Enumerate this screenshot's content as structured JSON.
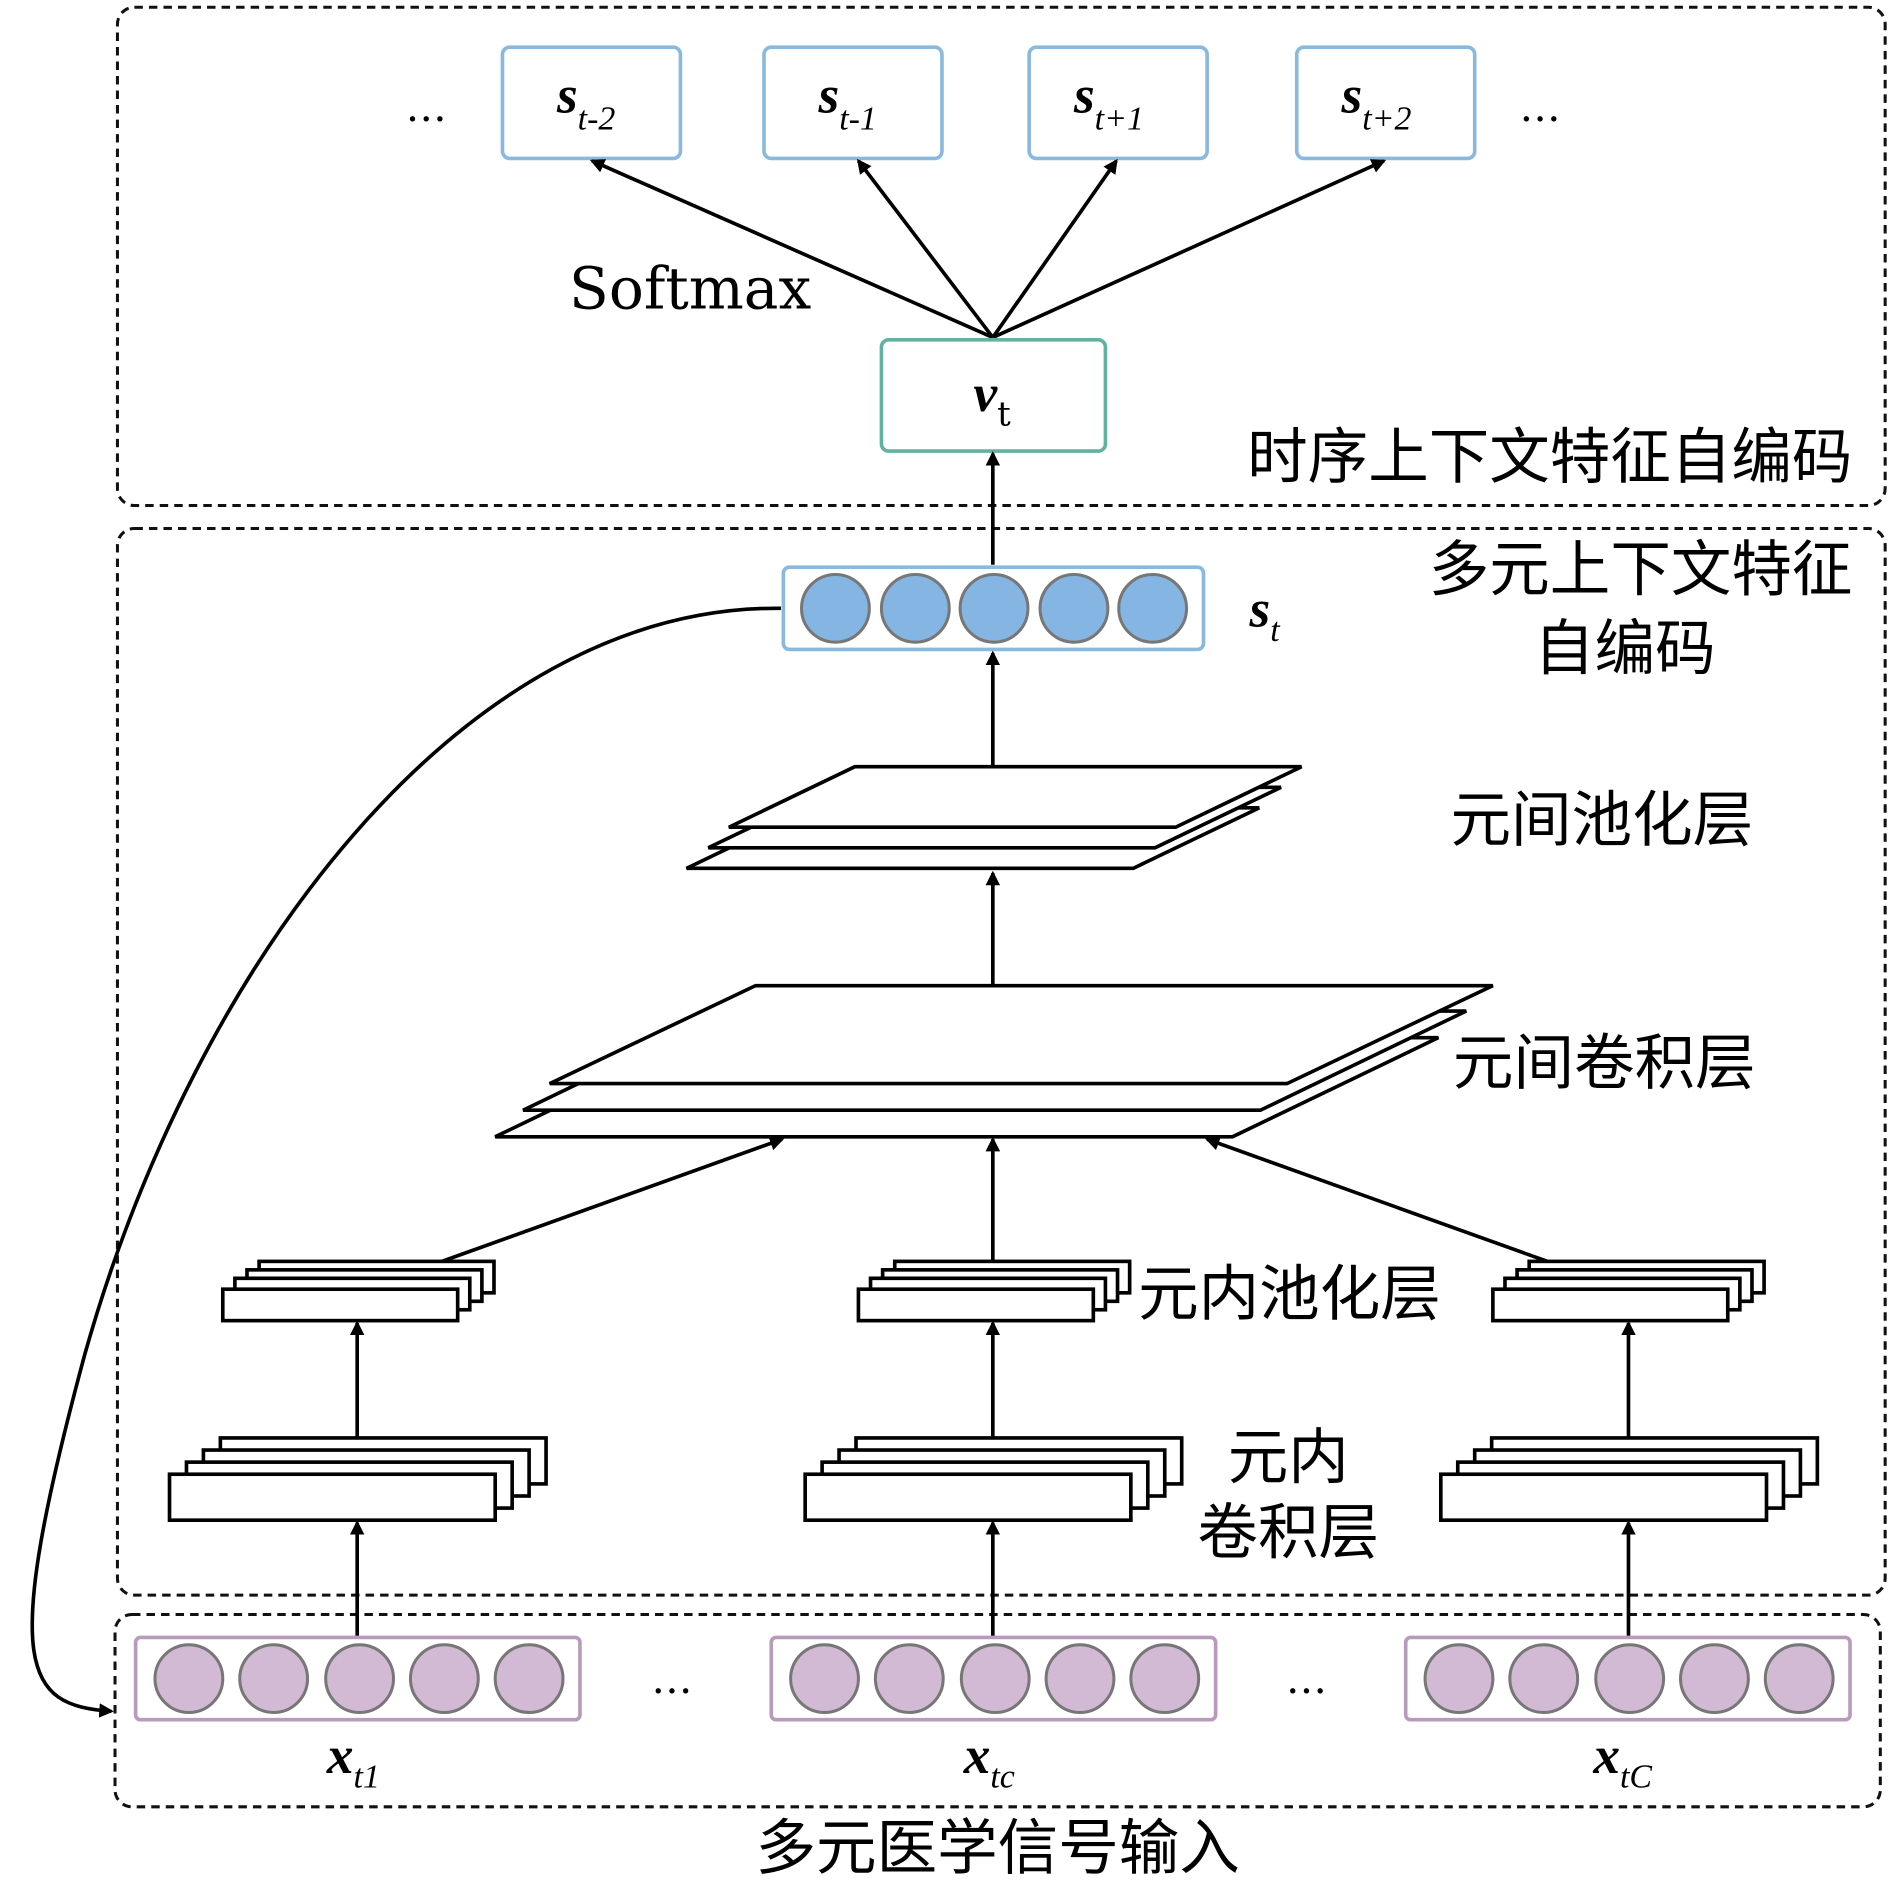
{
  "temporal_panel": {
    "label": "时序上下文特征自编码",
    "output_nodes": [
      {
        "base": "s",
        "sub": "t-2"
      },
      {
        "base": "s",
        "sub": "t-1"
      },
      {
        "base": "s",
        "sub": "t+1"
      },
      {
        "base": "s",
        "sub": "t+2"
      }
    ],
    "ellipsis_left": "…",
    "ellipsis_right": "…",
    "softmax_label": "Softmax",
    "context_vector": {
      "base": "v",
      "sub": "t"
    }
  },
  "multivariate_panel": {
    "label_line1": "多元上下文特征",
    "label_line2": "自编码",
    "embedding": {
      "base": "s",
      "sub": "t"
    },
    "inter_pool_label": "元间池化层",
    "inter_conv_label": "元间卷积层",
    "intra_pool_label": "元内池化层",
    "intra_conv_label_line1": "元内",
    "intra_conv_label_line2": "卷积层"
  },
  "input_panel": {
    "label": "多元医学信号输入",
    "inputs": [
      {
        "base": "x",
        "sub": "t1"
      },
      {
        "base": "x",
        "sub": "tc"
      },
      {
        "base": "x",
        "sub": "tC"
      }
    ],
    "ellipsis_1": "…",
    "ellipsis_2": "…"
  },
  "colors": {
    "output_box_border": "#89b9de",
    "vt_box_border": "#5fb3a0",
    "embedding_node_fill": "#85b6e3",
    "input_node_fill": "#d3bad4",
    "input_box_border": "#b89bbb",
    "node_stroke": "#777777"
  }
}
